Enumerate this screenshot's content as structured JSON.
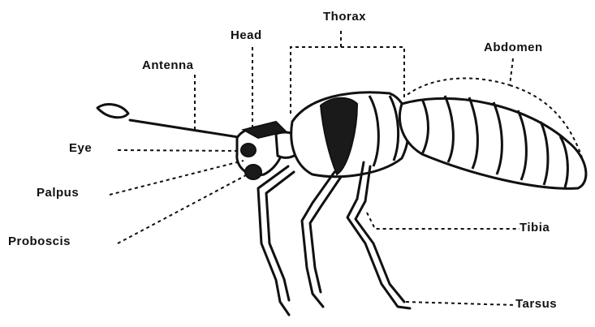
{
  "labels": {
    "thorax": "Thorax",
    "head": "Head",
    "abdomen": "Abdomen",
    "antenna": "Antenna",
    "eye": "Eye",
    "palpus": "Palpus",
    "proboscis": "Proboscis",
    "tibia": "Tibia",
    "tarsus": "Tarsus"
  },
  "colors": {
    "ink": "#111111",
    "paper": "#ffffff"
  }
}
